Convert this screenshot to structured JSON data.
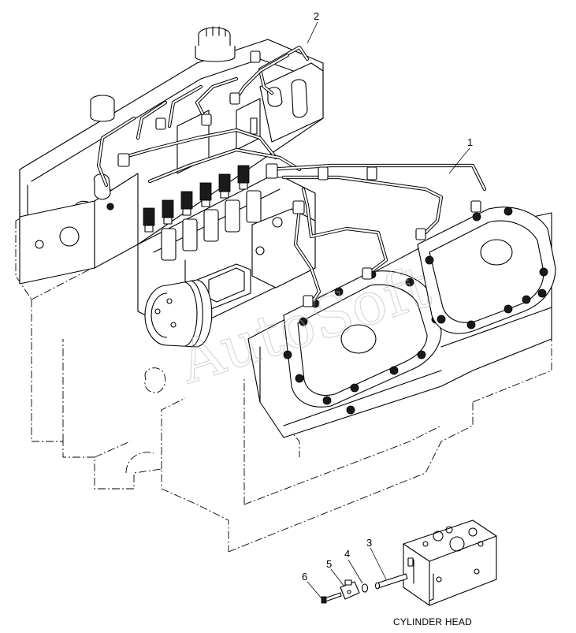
{
  "callouts": {
    "c1": "1",
    "c2": "2",
    "c3": "3",
    "c4": "4",
    "c5": "5",
    "c6": "6"
  },
  "caption": "CYLINDER HEAD",
  "watermark": "AutoSoft"
}
